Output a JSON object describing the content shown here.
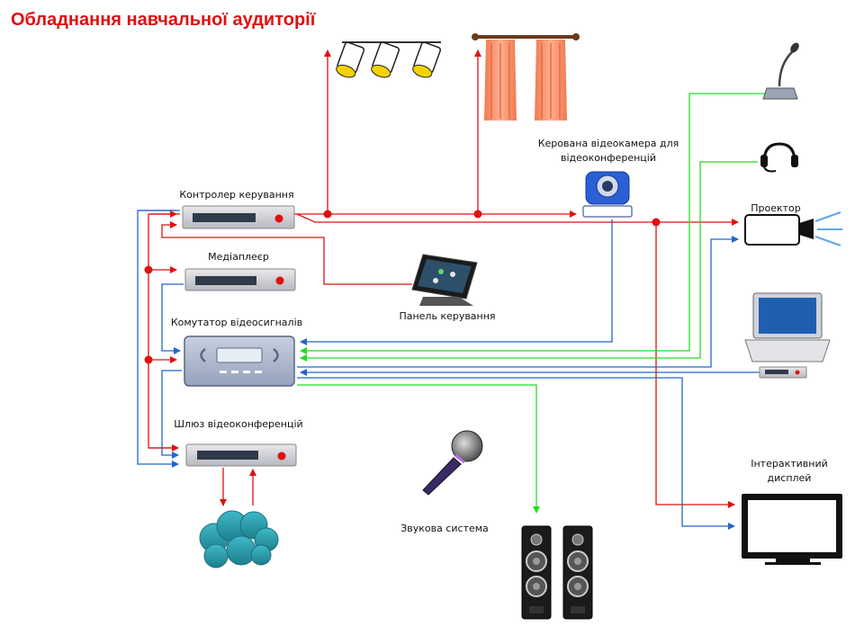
{
  "title": "Обладнання навчальної аудиторії",
  "labels": {
    "controller": "Контролер керування",
    "mediaplayer": "Медіаплеєр",
    "switcher": "Комутатор відеосигналів",
    "gateway": "Шлюз відеоконференцій",
    "panel": "Панель керування",
    "camera_line1": "Керована відеокамера для",
    "camera_line2": "відеоконференцій",
    "projector": "Проектор",
    "sound": "Звукова система",
    "display_line1": "Інтерактивний",
    "display_line2": "дисплей"
  },
  "colors": {
    "control": "#e01010",
    "video": "#2266cc",
    "audio": "#22dd22",
    "title": "#e01010"
  },
  "icons": [
    "spotlights-icon",
    "curtain-icon",
    "ptz-camera-icon",
    "gooseneck-microphone-icon",
    "headset-icon",
    "projector-icon",
    "laptop-icon",
    "touch-panel-icon",
    "handheld-microphone-icon",
    "speakers-icon",
    "cloud-icon",
    "display-icon"
  ]
}
